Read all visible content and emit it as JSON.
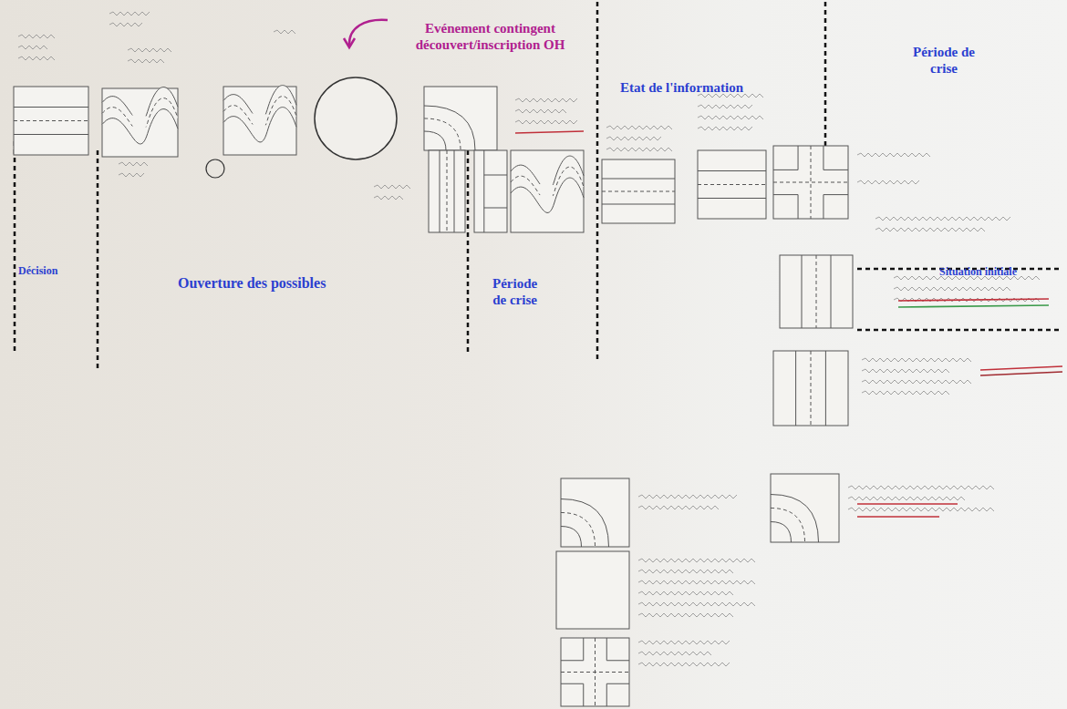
{
  "diagram": {
    "labels": [
      "Evénement contingent découvert/inscription OH",
      "Etat de l'information",
      "Période de crise",
      "Décision",
      "Ouverture des possibles",
      "Période de crise",
      "Situation initiale"
    ]
  }
}
